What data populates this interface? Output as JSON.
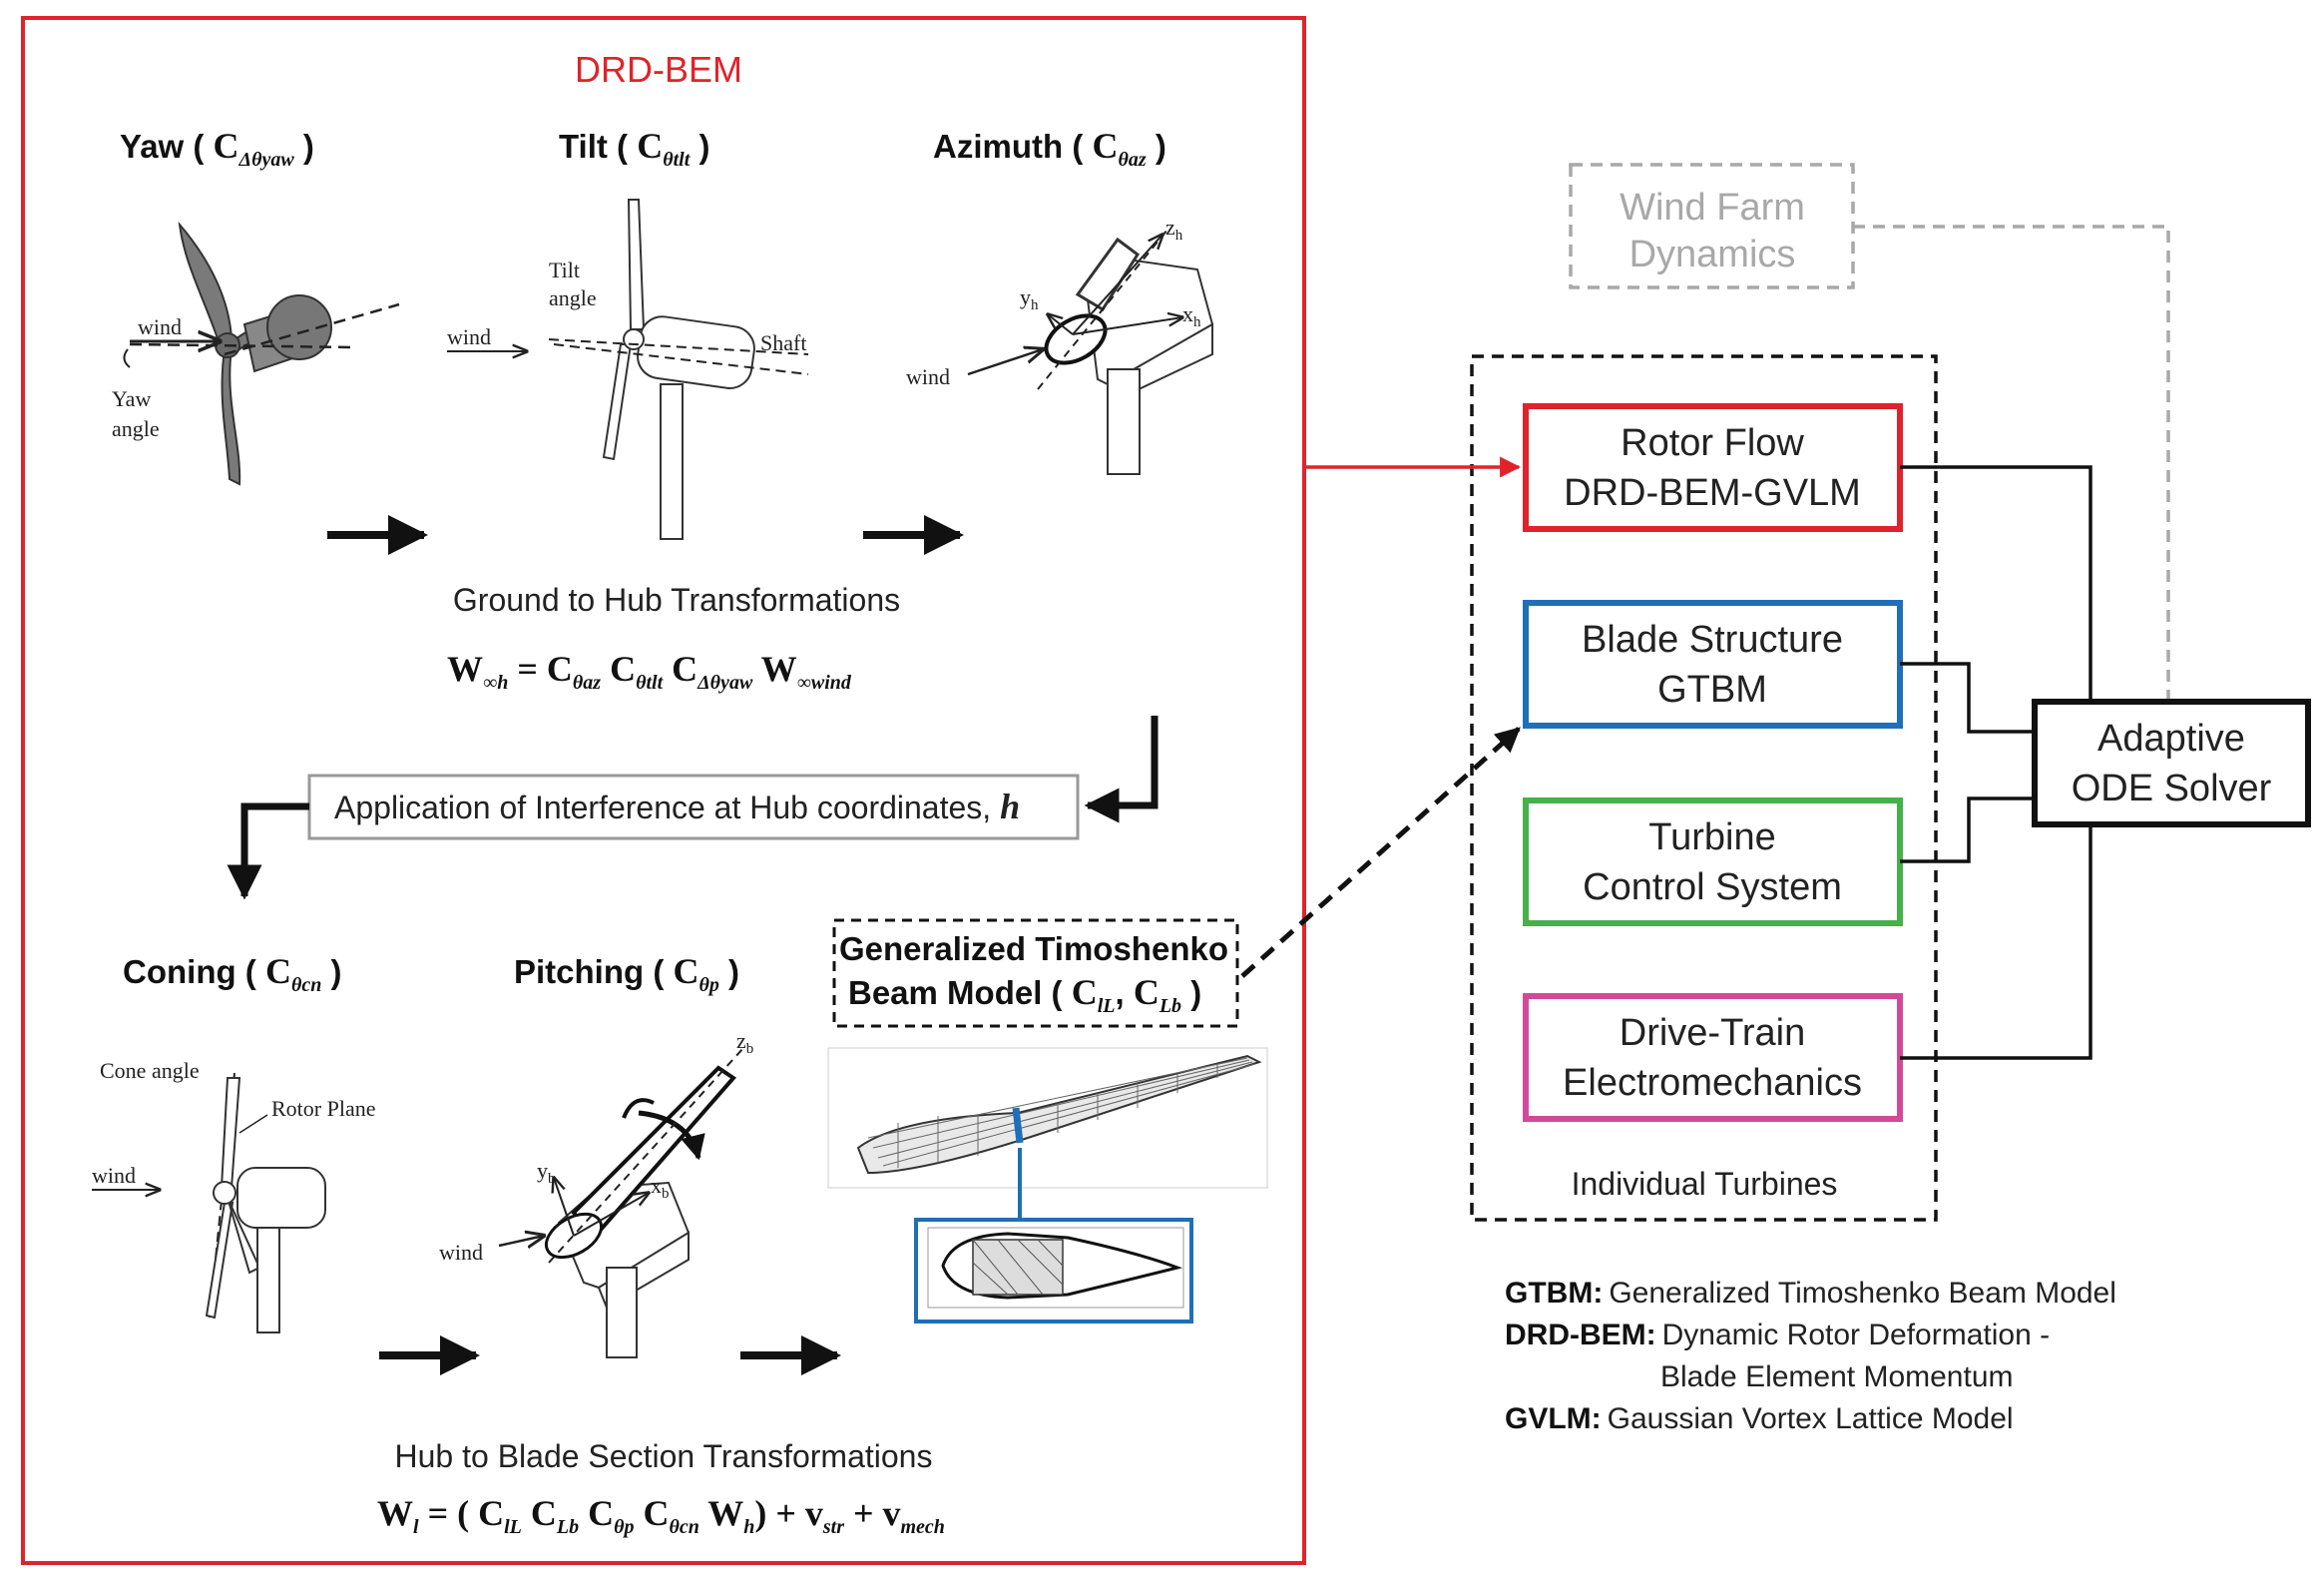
{
  "colors": {
    "drd_bem": "#e0232b",
    "rotor_flow": "#e0232b",
    "blade_structure": "#1f6fb8",
    "turbine_control": "#46b04a",
    "drive_train": "#d2499a",
    "wind_farm": "#a8a8a8"
  },
  "left_panel": {
    "title": "DRD-BEM",
    "yaw": {
      "label": "Yaw",
      "symbol": "C",
      "subscript": "Δθyaw"
    },
    "tilt": {
      "label": "Tilt",
      "symbol": "C",
      "subscript": "θtlt"
    },
    "azimuth": {
      "label": "Azimuth",
      "symbol": "C",
      "subscript": "θaz"
    },
    "ground_to_hub_caption": "Ground to Hub Transformations",
    "ground_to_hub_eq": {
      "lhs": "W",
      "lhs_sub": "∞h",
      "t1": "C",
      "t1_sub": "θaz",
      "t2": "C",
      "t2_sub": "θtlt",
      "t3": "C",
      "t3_sub": "Δθyaw",
      "t4": "W",
      "t4_sub": "∞wind"
    },
    "interference_text": "Application of Interference at Hub coordinates,",
    "interference_symbol": "h",
    "coning": {
      "label": "Coning",
      "symbol": "C",
      "subscript": "θcn"
    },
    "pitching": {
      "label": "Pitching",
      "symbol": "C",
      "subscript": "θp"
    },
    "gtbm_box": {
      "line1": "Generalized Timoshenko",
      "line2": "Beam Model",
      "symbol1": "C",
      "symbol1_sub": "lL",
      "symbol2": "C",
      "symbol2_sub": "Lb"
    },
    "hub_to_blade_caption": "Hub to Blade Section Transformations",
    "hub_to_blade_eq": {
      "lhs": "W",
      "lhs_sub": "l",
      "t1": "C",
      "t1_sub": "lL",
      "t2": "C",
      "t2_sub": "Lb",
      "t3": "C",
      "t3_sub": "θp",
      "t4": "C",
      "t4_sub": "θcn",
      "t5": "W",
      "t5_sub": "h",
      "v1": "v",
      "v1_sub": "str",
      "v2": "v",
      "v2_sub": "mech"
    },
    "figure_labels": {
      "yaw_wind": "wind",
      "yaw_angle_1": "Yaw",
      "yaw_angle_2": "angle",
      "tilt_wind": "wind",
      "tilt_angle_1": "Tilt",
      "tilt_angle_2": "angle",
      "shaft": "Shaft",
      "az_wind": "wind",
      "az_z": "z",
      "az_z_sub": "h",
      "az_y": "y",
      "az_y_sub": "h",
      "az_x": "x",
      "az_x_sub": "h",
      "cone_angle": "Cone angle",
      "rotor_plane": "Rotor Plane",
      "cone_wind": "wind",
      "pitch_wind": "wind",
      "pitch_z": "z",
      "pitch_z_sub": "b",
      "pitch_y": "y",
      "pitch_y_sub": "b",
      "pitch_x": "x",
      "pitch_x_sub": "b"
    }
  },
  "right_panel": {
    "wind_farm": {
      "line1": "Wind Farm",
      "line2": "Dynamics"
    },
    "rotor_flow": {
      "line1": "Rotor Flow",
      "line2": "DRD-BEM-GVLM"
    },
    "blade_structure": {
      "line1": "Blade Structure",
      "line2": "GTBM"
    },
    "turbine_control": {
      "line1": "Turbine",
      "line2": "Control System"
    },
    "drive_train": {
      "line1": "Drive-Train",
      "line2": "Electromechanics"
    },
    "individual_turbines": "Individual Turbines",
    "solver": {
      "line1": "Adaptive",
      "line2": "ODE Solver"
    }
  },
  "legend": [
    {
      "key": "GTBM:",
      "value": "Generalized Timoshenko Beam Model"
    },
    {
      "key": "DRD-BEM:",
      "value": "Dynamic Rotor Deformation -"
    },
    {
      "key": "",
      "value": "Blade Element Momentum"
    },
    {
      "key": "GVLM:",
      "value": "Gaussian Vortex Lattice Model"
    }
  ]
}
